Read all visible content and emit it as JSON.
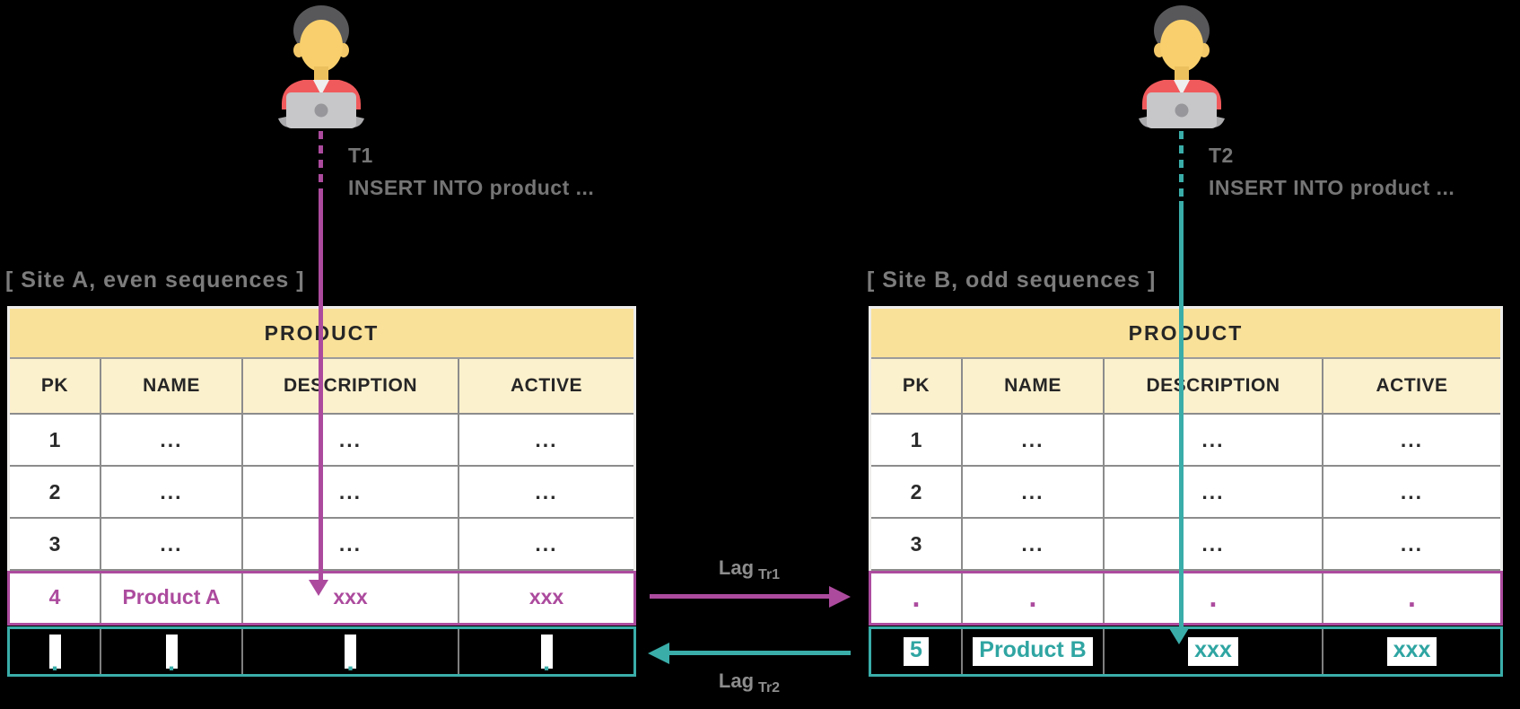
{
  "colors": {
    "background": "#000000",
    "magenta": "#AC4B9E",
    "teal": "#3AADA9",
    "table_title_bg": "#F9E199",
    "table_header_bg": "#FCF1CD",
    "grid_line": "#8C8C8C",
    "muted_text": "#7C7C7C"
  },
  "actors": {
    "left": {
      "transaction_label": "T1",
      "query": "INSERT INTO product ..."
    },
    "right": {
      "transaction_label": "T2",
      "query": "INSERT INTO product ..."
    }
  },
  "site_a": {
    "caption": "[ Site A, even sequences ]",
    "table_name": "PRODUCT",
    "columns": [
      "PK",
      "NAME",
      "DESCRIPTION",
      "ACTIVE"
    ],
    "rows": [
      [
        "1",
        "...",
        "...",
        "..."
      ],
      [
        "2",
        "...",
        "...",
        "..."
      ],
      [
        "3",
        "...",
        "...",
        "..."
      ]
    ],
    "inserted_row": [
      "4",
      "Product A",
      "xxx",
      "xxx"
    ],
    "incoming_row": [
      ".",
      ".",
      ".",
      "."
    ]
  },
  "site_b": {
    "caption": "[ Site B, odd sequences ]",
    "table_name": "PRODUCT",
    "columns": [
      "PK",
      "NAME",
      "DESCRIPTION",
      "ACTIVE"
    ],
    "rows": [
      [
        "1",
        "...",
        "...",
        "..."
      ],
      [
        "2",
        "...",
        "...",
        "..."
      ],
      [
        "3",
        "...",
        "...",
        "..."
      ]
    ],
    "incoming_row": [
      ".",
      ".",
      ".",
      "."
    ],
    "inserted_row": [
      "5",
      "Product B",
      "xxx",
      "xxx"
    ]
  },
  "replication": {
    "a_to_b": {
      "label": "Lag",
      "sub": "Tr1"
    },
    "b_to_a": {
      "label": "Lag",
      "sub": "Tr2"
    }
  }
}
